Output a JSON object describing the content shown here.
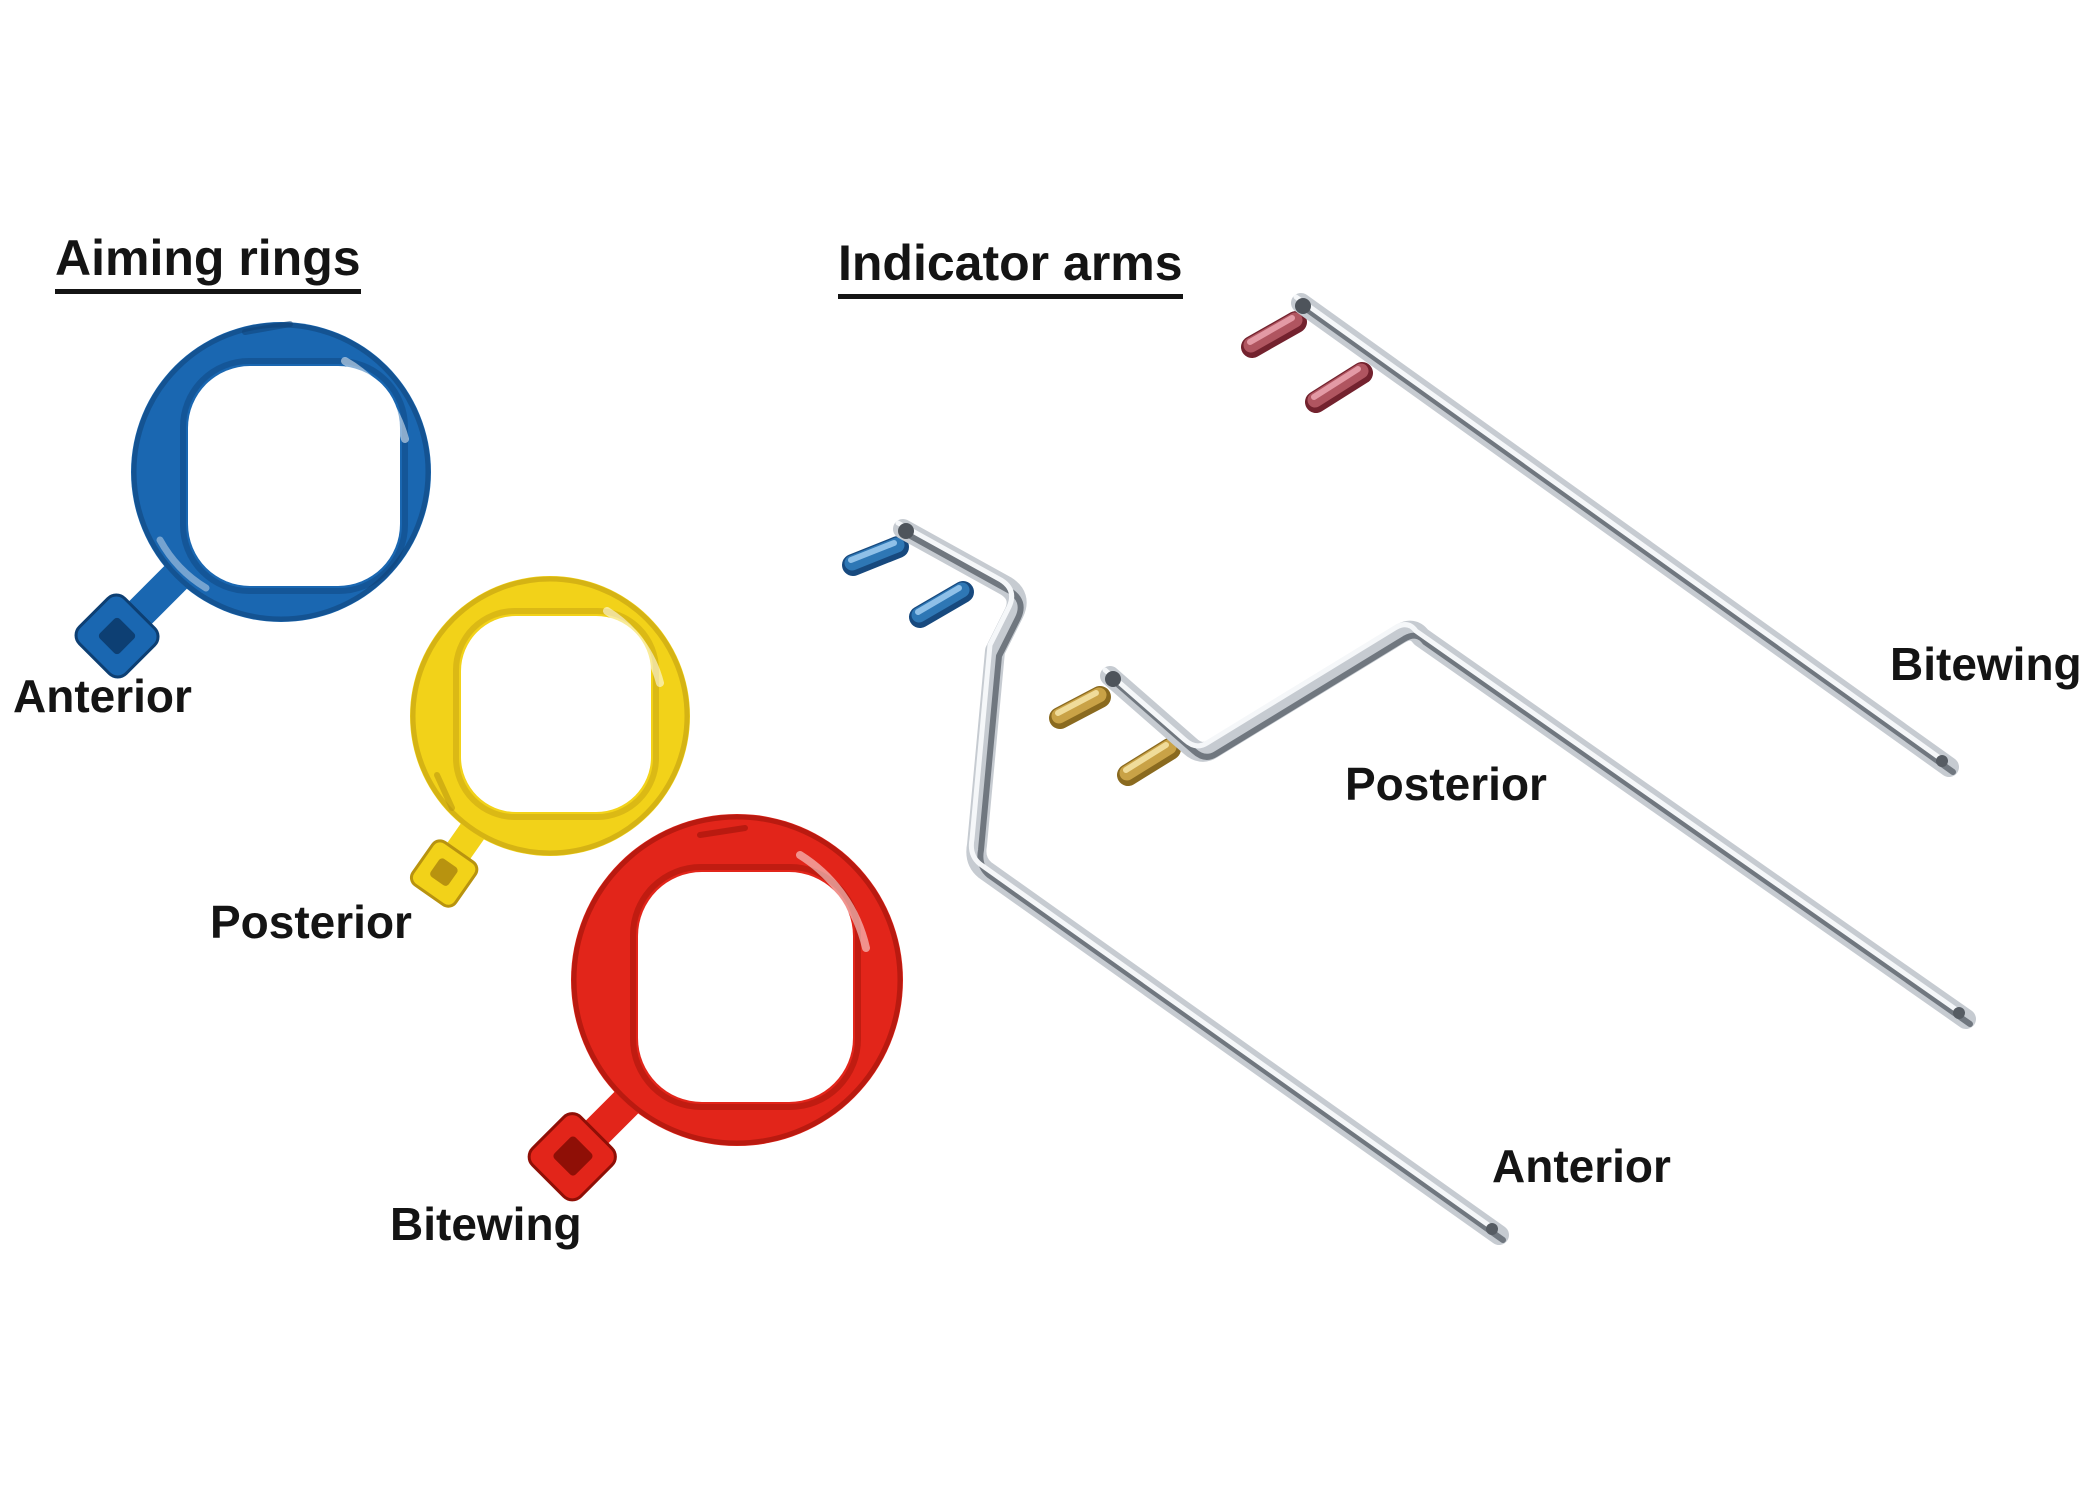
{
  "figure": {
    "description_visible_text_only": "Dental x-ray positioning parts: colored aiming rings and metal indicator arms"
  },
  "sections": {
    "aiming_rings": {
      "heading": "Aiming rings",
      "rings": [
        {
          "label": "Anterior",
          "color_name": "blue"
        },
        {
          "label": "Posterior",
          "color_name": "yellow"
        },
        {
          "label": "Bitewing",
          "color_name": "red"
        }
      ]
    },
    "indicator_arms": {
      "heading": "Indicator arms",
      "arms": [
        {
          "label": "Bitewing",
          "pin_color_name": "red"
        },
        {
          "label": "Posterior",
          "pin_color_name": "gold"
        },
        {
          "label": "Anterior",
          "pin_color_name": "blue"
        }
      ]
    }
  },
  "colors": {
    "background": "#ffffff",
    "text": "#141414",
    "ring_blue": "#1a67b1",
    "ring_blue_dark": "#0d3f73",
    "ring_yellow": "#f2d219",
    "ring_yellow_dark": "#b8930f",
    "ring_red": "#e2251a",
    "ring_red_dark": "#8f0f06",
    "metal_body": "#c6cbd1",
    "metal_dark": "#70777f",
    "metal_light": "#f5f7f9",
    "pin_red_main": "#b05560",
    "pin_red_dark": "#73222e",
    "pin_red_light": "#e39aa5",
    "pin_blue_main": "#2e77b5",
    "pin_blue_dark": "#17497e",
    "pin_blue_light": "#8fc0e8",
    "pin_gold_main": "#c9a246",
    "pin_gold_dark": "#8a6a1f",
    "pin_gold_light": "#f0dc9a"
  }
}
